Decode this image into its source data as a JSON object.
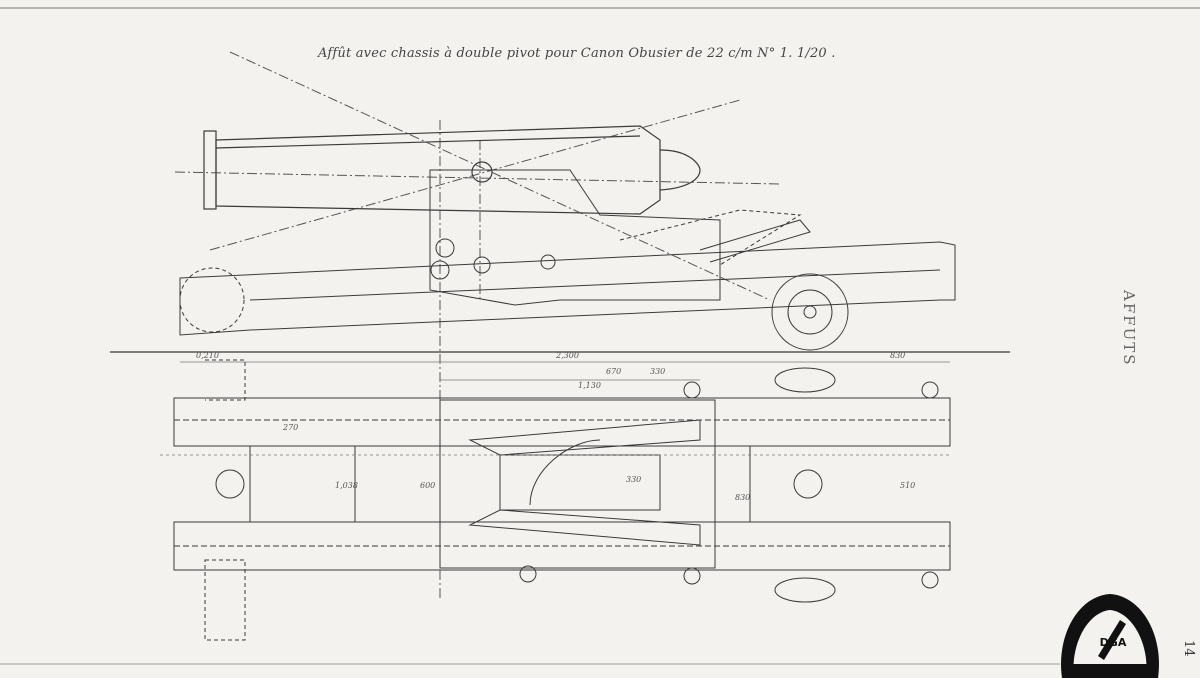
{
  "sheet": {
    "title": "Affût avec chassis à double pivot pour Canon Obusier de 22 c/m N° 1. 1/20 .",
    "side_label": "AFFUTS",
    "page_number": "14"
  },
  "stamp": {
    "text": "DGA"
  },
  "dimensions": {
    "d1": "0,210",
    "d2": "2,300",
    "d3": "830",
    "d4": "1,130",
    "d5": "670",
    "d6": "330",
    "d7": "330",
    "d8": "510",
    "d9": "600",
    "d10": "1,038",
    "d11": "270",
    "d12": "830"
  },
  "colors": {
    "paper": "#f4f2ee",
    "ink": "#3a3a3a",
    "stamp": "#111111"
  }
}
